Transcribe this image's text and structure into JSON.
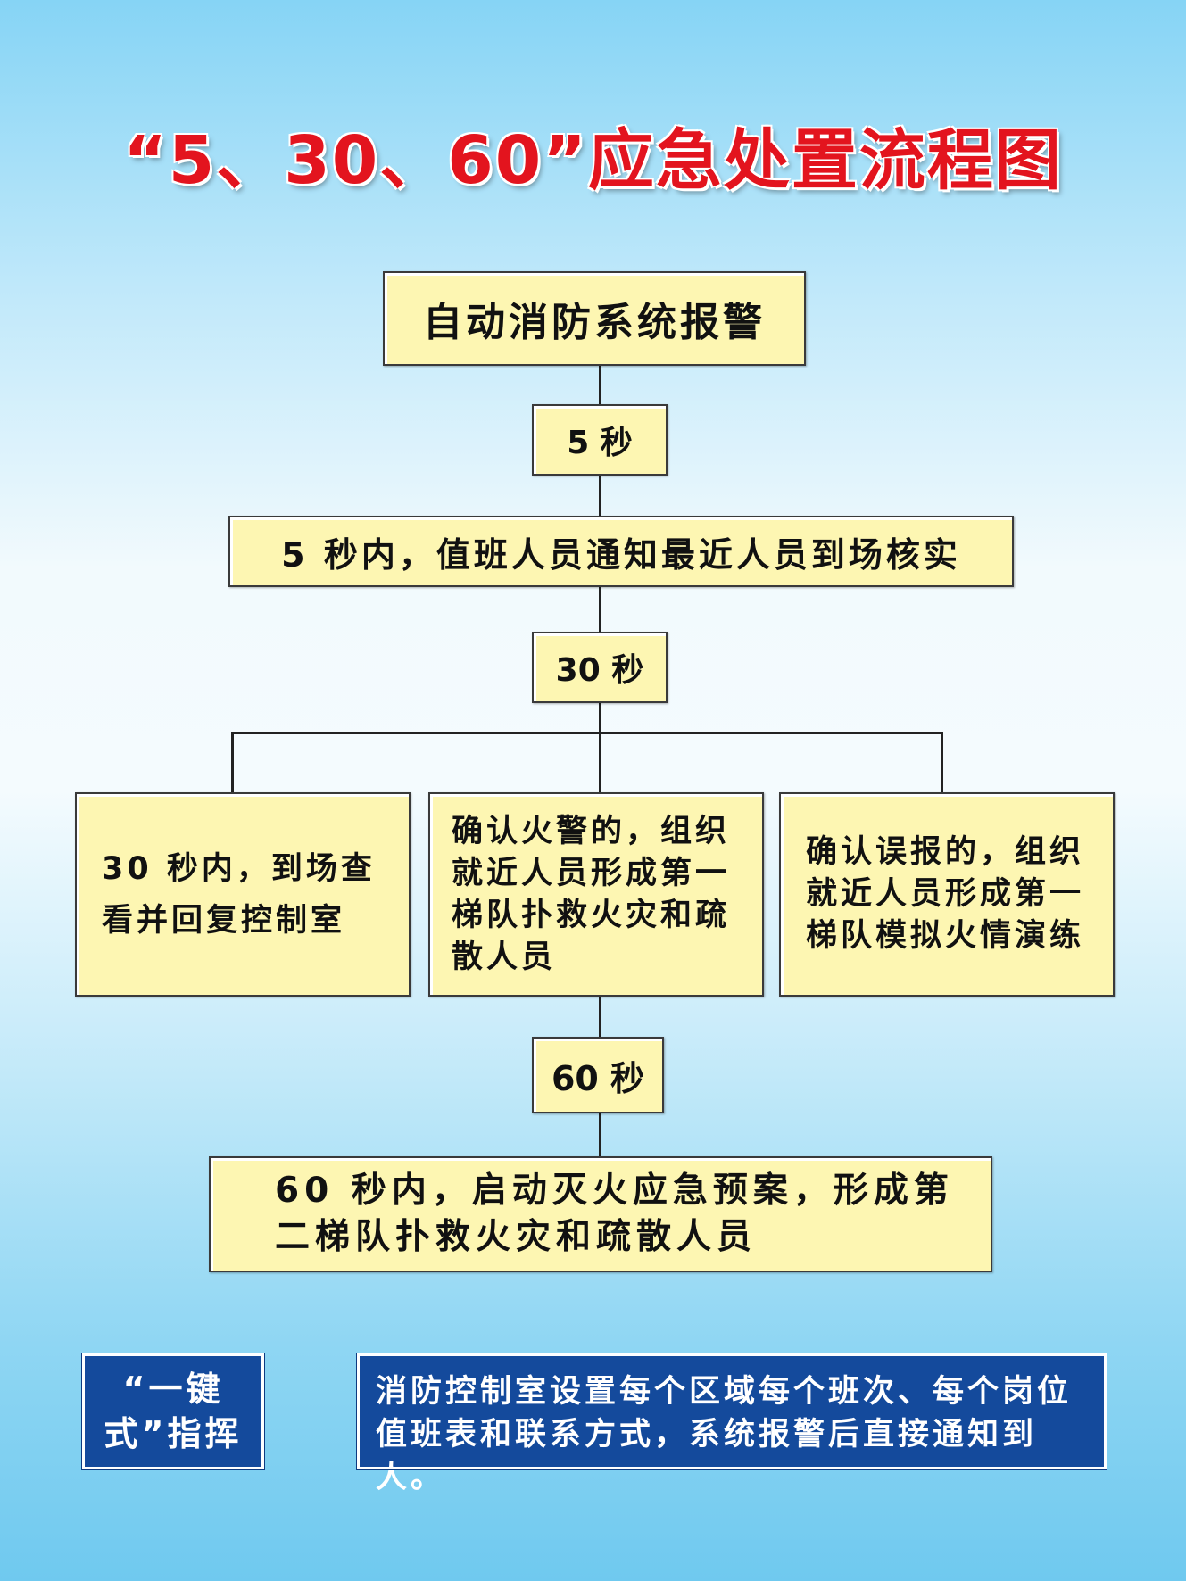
{
  "title": "“5、30、60”应急处置流程图",
  "flow": {
    "step1": "自动消防系统报警",
    "t5": "5 秒",
    "step2": "5 秒内，值班人员通知最近人员到场核实",
    "t30": "30 秒",
    "branch_left": "30 秒内，到场查看并回复控制室",
    "branch_middle": "确认火警的，组织就近人员形成第一梯队扑救火灾和疏散人员",
    "branch_right": "确认误报的，组织就近人员形成第一梯队模拟火情演练",
    "t60": "60 秒",
    "step3": "60 秒内，启动灭火应急预案，形成第二梯队扑救火灾和疏散人员"
  },
  "footer": {
    "label": "“一键式”指挥",
    "note": "消防控制室设置每个区域每个班次、每个岗位值班表和联系方式，系统报警后直接通知到人。"
  }
}
